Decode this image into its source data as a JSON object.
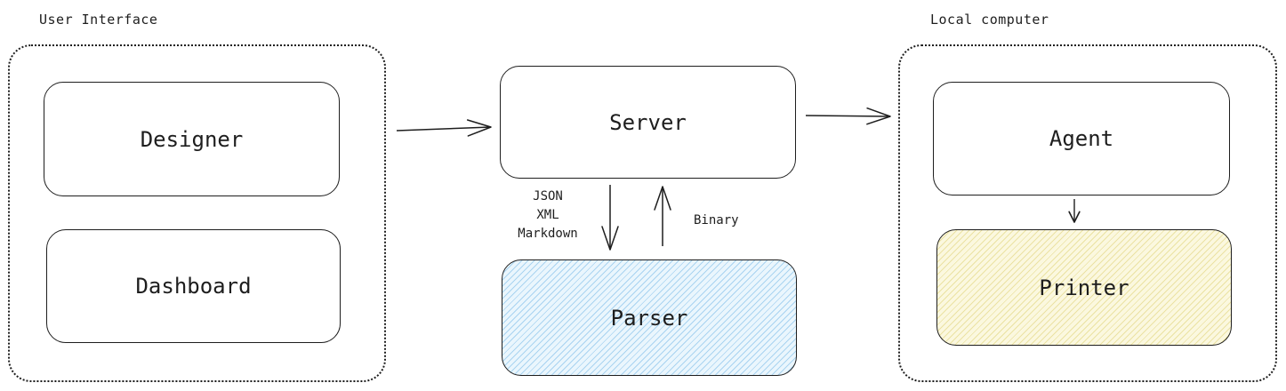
{
  "groups": {
    "ui": {
      "label": "User Interface"
    },
    "local": {
      "label": "Local computer"
    }
  },
  "nodes": {
    "designer": "Designer",
    "dashboard": "Dashboard",
    "server": "Server",
    "parser": "Parser",
    "agent": "Agent",
    "printer": "Printer"
  },
  "edges": {
    "server_to_parser": [
      "JSON",
      "XML",
      "Markdown"
    ],
    "parser_to_server": "Binary"
  },
  "colors": {
    "stroke": "#1e1e1e",
    "parser_fill": "#a5d8ff",
    "printer_fill": "#ffec99"
  }
}
